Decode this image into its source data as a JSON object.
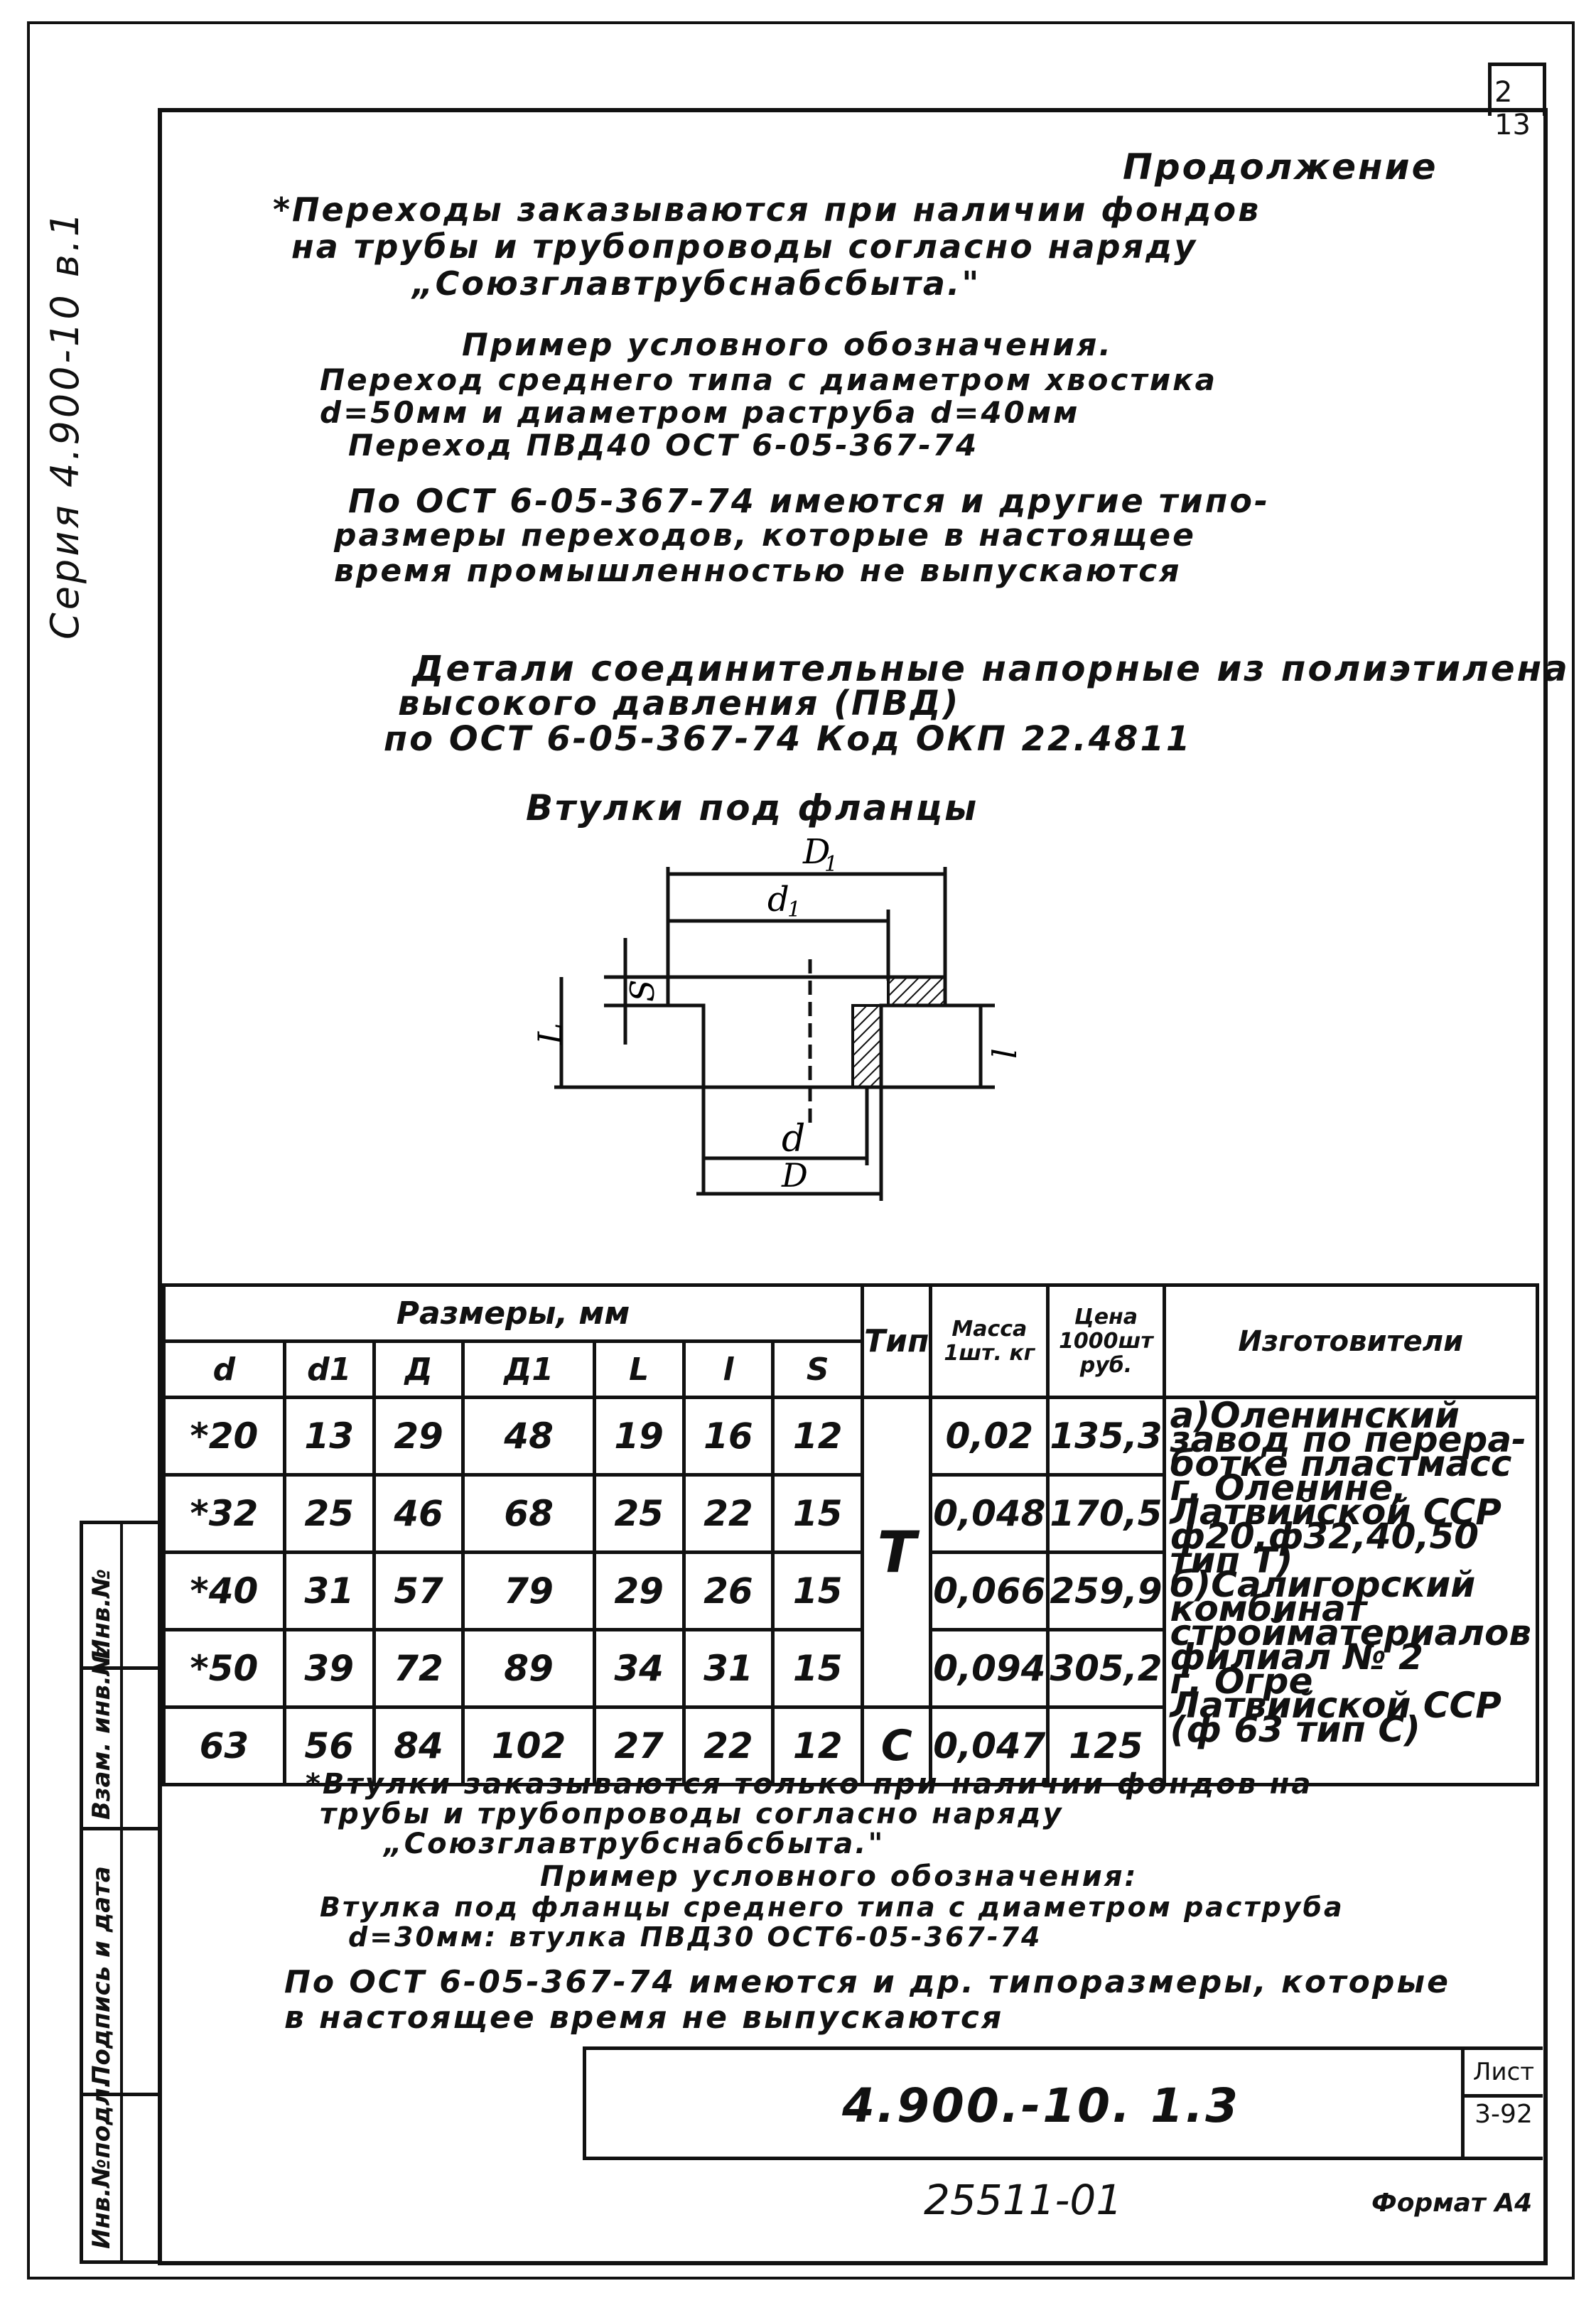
{
  "sheet_no": "2 13",
  "series": "Серия 4.900-10 в.1",
  "heading": "Продолжение",
  "note1": [
    "*Переходы заказываются при наличии фондов",
    "на трубы и трубопроводы согласно наряду",
    "„Союзглавтрубснабсбыта.\""
  ],
  "example1_title": "Пример условного обозначения.",
  "example1": [
    "Переход среднего типа с диаметром хвостика",
    "d=50мм и диаметром раструба d=40мм",
    "Переход ПВД40 ОСТ 6-05-367-74"
  ],
  "note2": [
    "По ОСТ 6-05-367-74 имеются и другие типо-",
    "размеры переходов, которые в настоящее",
    "время промышленностью не выпускаются"
  ],
  "section_title": [
    "Детали соединительные напорные из полиэтилена",
    "высокого давления (ПВД)",
    "по ОСТ 6-05-367-74    Код ОКП 22.4811"
  ],
  "drawing_title": "Втулки под фланцы",
  "drawing_labels": {
    "D1": "D1",
    "d1": "d1",
    "S": "S",
    "L": "L",
    "l": "l",
    "d": "d",
    "D": "D"
  },
  "table": {
    "group_header": "Размеры, мм",
    "headers": [
      "d",
      "d1",
      "Д",
      "Д1",
      "L",
      "l",
      "S"
    ],
    "type_header": "Тип",
    "mass_header": "Масса 1шт. кг",
    "price_header": "Цена 1000шт руб.",
    "maker_header": "Изготовители",
    "rows": [
      {
        "d": "*20",
        "d1": "13",
        "D": "29",
        "D1": "48",
        "L": "19",
        "l": "16",
        "S": "12",
        "mass": "0,02",
        "price": "135,3"
      },
      {
        "d": "*32",
        "d1": "25",
        "D": "46",
        "D1": "68",
        "L": "25",
        "l": "22",
        "S": "15",
        "mass": "0,048",
        "price": "170,5"
      },
      {
        "d": "*40",
        "d1": "31",
        "D": "57",
        "D1": "79",
        "L": "29",
        "l": "26",
        "S": "15",
        "mass": "0,066",
        "price": "259,9"
      },
      {
        "d": "*50",
        "d1": "39",
        "D": "72",
        "D1": "89",
        "L": "34",
        "l": "31",
        "S": "15",
        "mass": "0,094",
        "price": "305,2"
      },
      {
        "d": "63",
        "d1": "56",
        "D": "84",
        "D1": "102",
        "L": "27",
        "l": "22",
        "S": "12",
        "mass": "0,047",
        "price": "125"
      }
    ],
    "type_T": "Т",
    "type_C": "С",
    "maker_text": [
      "а)Оленинский",
      "завод по перера-",
      "ботке пластмасс",
      "г. Оленине,",
      "Латвийской ССР",
      "ф20,ф32,40,50",
      "тип Т)",
      "б)Салигорский",
      "комбинат",
      "стройматериалов",
      "филиал № 2",
      "г. Огре",
      "Латвийской ССР",
      "(ф 63 тип С)"
    ]
  },
  "note3": [
    "*Втулки заказываются только при наличии фондов на",
    "трубы и трубопроводы согласно наряду",
    "„Союзглавтрубснабсбыта.\""
  ],
  "example2_title": "Пример условного обозначения:",
  "example2": [
    "Втулка под фланцы среднего типа с диаметром раструба",
    "d=30мм: втулка ПВД30 ОСТ6-05-367-74"
  ],
  "note4": [
    "По ОСТ 6-05-367-74 имеются и др. типоразмеры, которые",
    "в настоящее время не выпускаются"
  ],
  "side_labels": [
    "Инв.№подл.",
    "Подпись и дата",
    "Взам. инв.№",
    "Инв.№"
  ],
  "doc_code": "4.900.-10. 1.3",
  "sheet_label": "Лист",
  "sheet_value": "3-92",
  "bottom_code": "25511-01",
  "format": "Формат А4"
}
